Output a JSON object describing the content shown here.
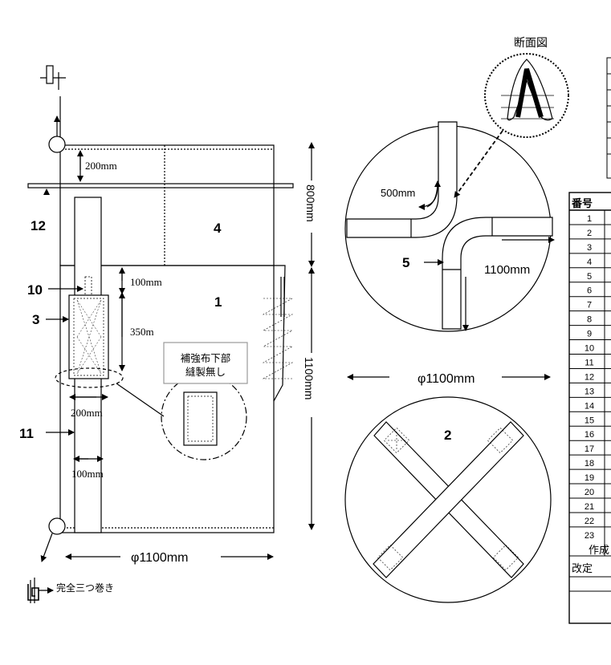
{
  "labels": {
    "n1": "1",
    "n2": "2",
    "n3": "3",
    "n4": "4",
    "n5": "5",
    "n10": "10",
    "n11": "11",
    "n12": "12"
  },
  "dims": {
    "top_flap": "200mm",
    "gap_100_upper": "100mm",
    "sleeve_350": "350m",
    "width_200": "200mm",
    "width_100": "100mm",
    "diameter_side": "φ1100mm",
    "height_800": "800mm",
    "height_1100": "1100mm",
    "diameter_top": "φ1100mm",
    "corner_500": "500mm",
    "belt_1100": "1100mm"
  },
  "notes": {
    "reinforce_line1": "補強布下部",
    "reinforce_line2": "縫製無し",
    "section_title": "断面図",
    "triple_roll": "完全三つ巻き"
  },
  "table": {
    "header": "番号",
    "rows": [
      "1",
      "2",
      "3",
      "4",
      "5",
      "6",
      "7",
      "8",
      "9",
      "10",
      "11",
      "12",
      "13",
      "14",
      "15",
      "16",
      "17",
      "18",
      "19",
      "20",
      "21",
      "22",
      "23"
    ],
    "footer1": "作成",
    "footer2": "改定"
  }
}
